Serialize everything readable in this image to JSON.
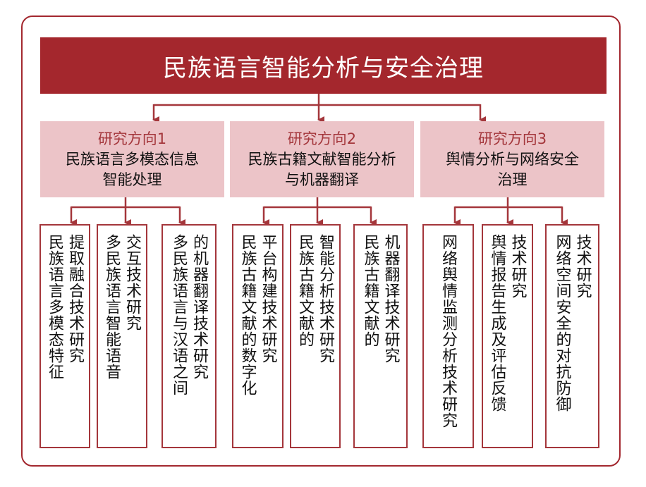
{
  "title": "民族语言智能分析与安全治理",
  "directions": [
    {
      "label": "研究方向1",
      "name_lines": [
        "民族语言多模态信息",
        "智能处理"
      ],
      "topics": [
        [
          "民族语言多模态特征",
          "提取融合技术研究"
        ],
        [
          "多民族语言智能语音",
          "交互技术研究"
        ],
        [
          "多民族语言与汉语之间",
          "的机器翻译技术研究"
        ]
      ]
    },
    {
      "label": "研究方向2",
      "name_lines": [
        "民族古籍文献智能分析",
        "与机器翻译"
      ],
      "topics": [
        [
          "民族古籍文献的数字化",
          "平台构建技术研究"
        ],
        [
          "民族古籍文献的",
          "智能分析技术研究"
        ],
        [
          "民族古籍文献的",
          "机器翻译技术研究"
        ]
      ]
    },
    {
      "label": "研究方向3",
      "name_lines": [
        "舆情分析与网络安全",
        "治理"
      ],
      "topics": [
        [
          "网络舆情监测分析技术研究"
        ],
        [
          "舆情报告生成及评估反馈",
          "技术研究"
        ],
        [
          "网络空间安全的对抗防御",
          "技术研究"
        ]
      ]
    }
  ],
  "colors": {
    "primary": "#a4272d",
    "direction_bg": "#ecc4c8",
    "line": "#a4363b"
  }
}
